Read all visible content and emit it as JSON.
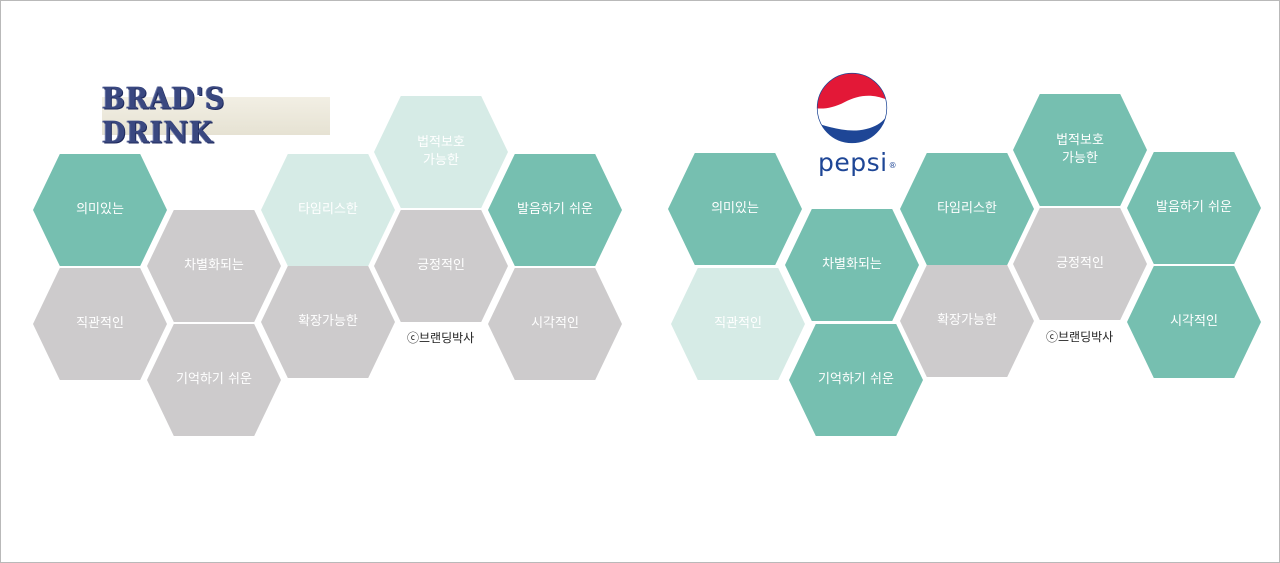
{
  "left_diagram": {
    "logo_text": "BRAD'S DRINK",
    "hexes": {
      "meaningful": "의미있는",
      "differentiated": "차별화되는",
      "timeless": "타임리스한",
      "legal": "법적보호\n가능한",
      "pronounce": "발음하기 쉬운",
      "intuitive": "직관적인",
      "extensible": "확장가능한",
      "positive": "긍정적인",
      "visual": "시각적인",
      "memorable": "기억하기 쉬운"
    },
    "copyright": "ⓒ브랜딩박사"
  },
  "right_diagram": {
    "logo_text": "pepsi",
    "logo_reg": "®",
    "hexes": {
      "meaningful": "의미있는",
      "differentiated": "차별화되는",
      "timeless": "타임리스한",
      "legal": "법적보호\n가능한",
      "pronounce": "발음하기 쉬운",
      "intuitive": "직관적인",
      "extensible": "확장가능한",
      "positive": "긍정적인",
      "visual": "시각적인",
      "memorable": "기억하기 쉬운"
    },
    "copyright": "ⓒ브랜딩박사"
  },
  "colors": {
    "teal": "#76bfb0",
    "light_teal": "#d6ebe6",
    "gray": "#cdcbcc",
    "pepsi_red": "#e31837",
    "pepsi_blue": "#1e4696"
  }
}
